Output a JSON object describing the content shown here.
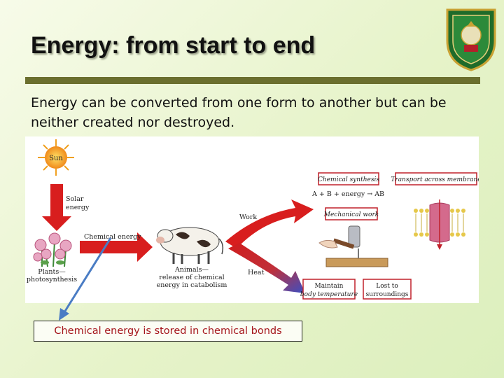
{
  "slide": {
    "title": "Energy: from start to end",
    "intro": "Energy can be converted from one form to another but can be neither created nor destroyed.",
    "caption": "Chemical energy is stored in chemical bonds"
  },
  "figure": {
    "sun": "Sun",
    "solar_energy": [
      "Solar",
      "energy"
    ],
    "plants": [
      "Plants—",
      "photosynthesis"
    ],
    "chemical_energy": "Chemical energy",
    "animals": [
      "Animals—",
      "release of chemical",
      "energy in catabolism"
    ],
    "work": "Work",
    "heat": "Heat",
    "chemical_synthesis": "Chemical synthesis",
    "equation": "A + B + energy → AB",
    "transport": "Transport across membrane",
    "mechanical_work": "Mechanical work",
    "maintain": [
      "Maintain",
      "body temperature"
    ],
    "lost": [
      "Lost to",
      "surroundings"
    ]
  },
  "colors": {
    "title_rule": "#6b6f2e",
    "highlight_box": "#c0202a",
    "caption_text": "#a5161c",
    "pointer_arrow": "#4a7cc4"
  }
}
